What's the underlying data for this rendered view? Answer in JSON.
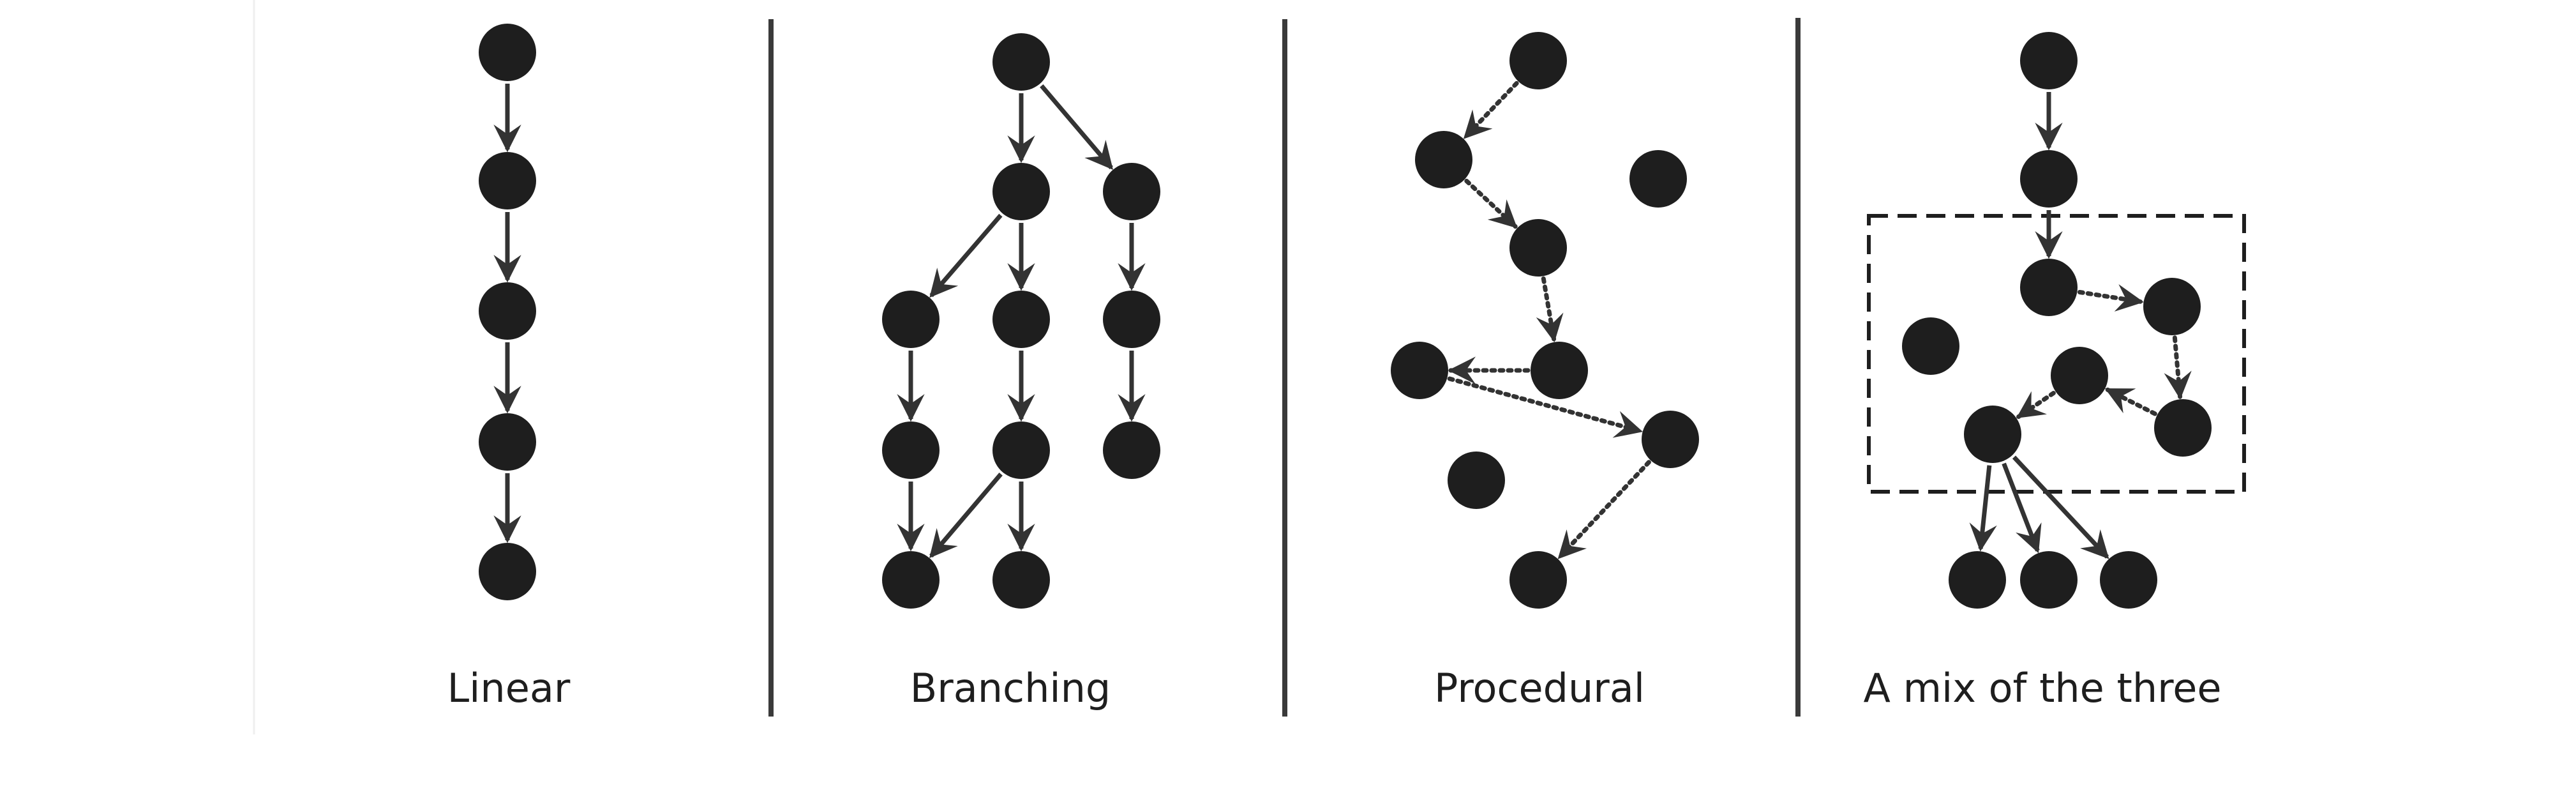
{
  "panels": [
    {
      "label": "Linear"
    },
    {
      "label": "Branching"
    },
    {
      "label": "Procedural"
    },
    {
      "label": "A mix of the three"
    }
  ],
  "colors": {
    "node": "#1e1e1e",
    "edge": "#333333",
    "divider": "#3a3a3a",
    "text": "#1e1e1e",
    "background": "#ffffff"
  }
}
